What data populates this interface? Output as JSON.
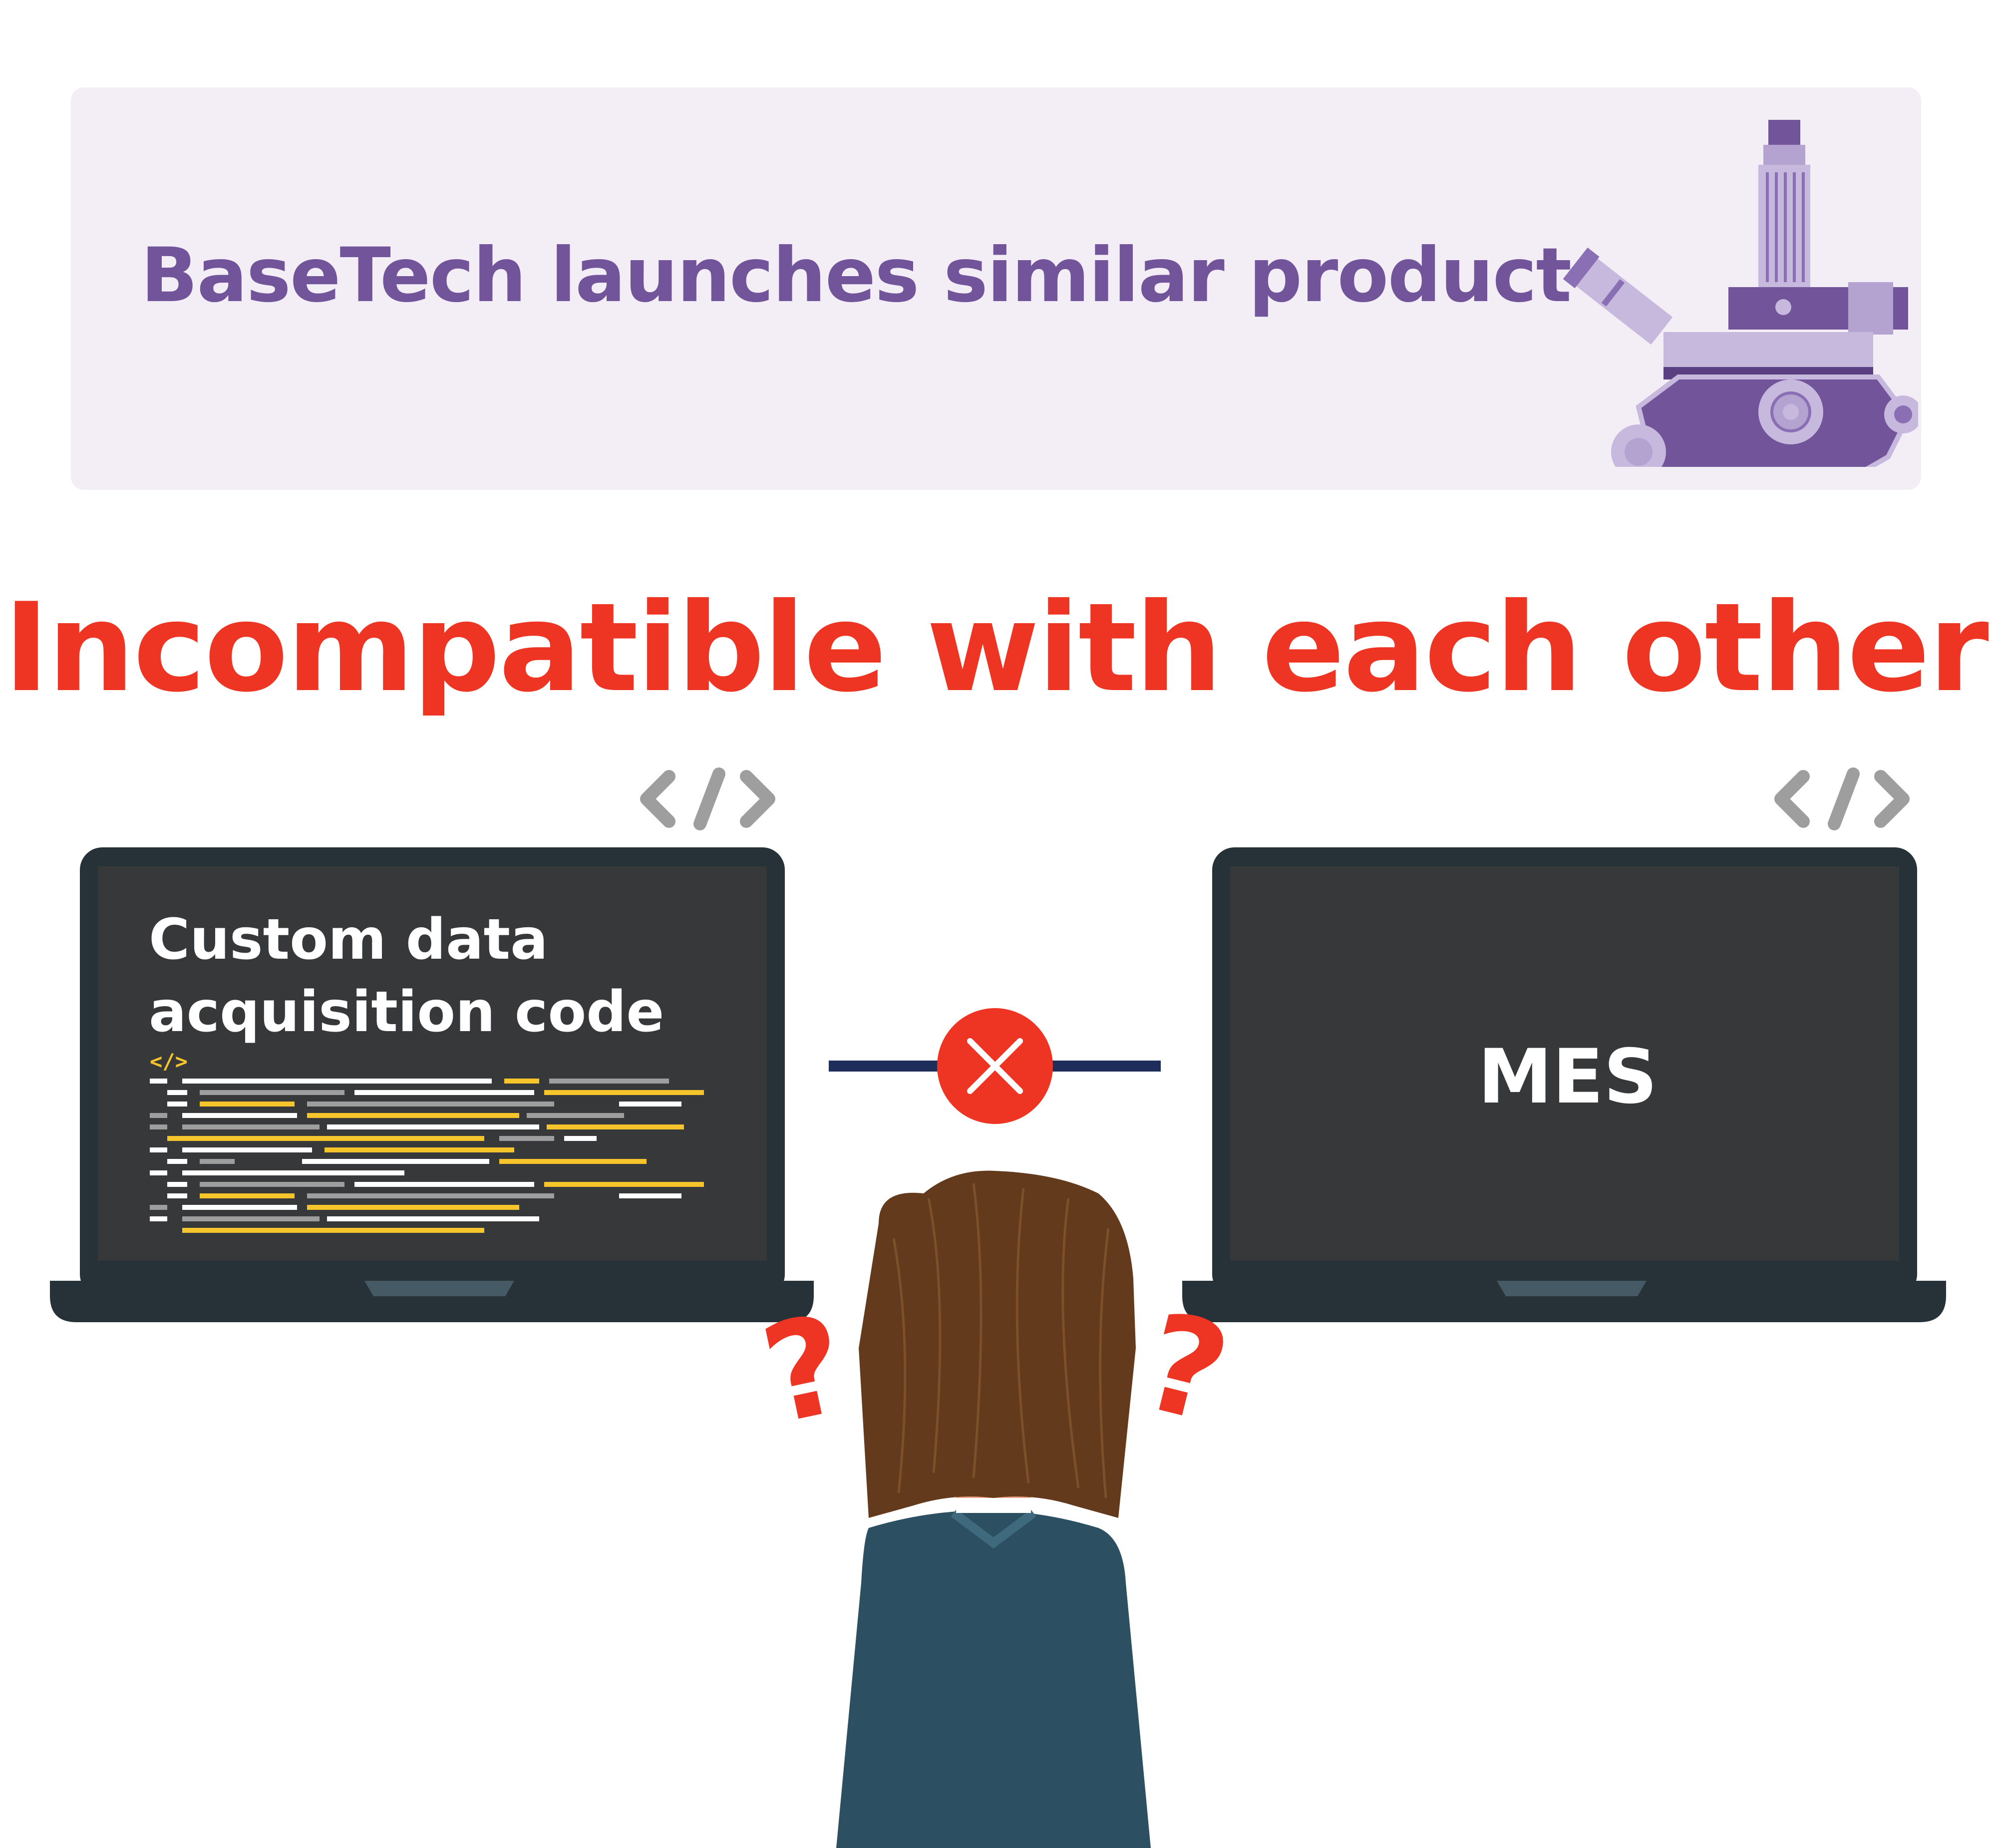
{
  "banner": {
    "title": "BaseTech launches similar product",
    "illustration_icon": "microscope-machine-icon"
  },
  "headline": "Incompatible with each other",
  "left_laptop": {
    "label": "Custom data acquisition code",
    "code_tag": "</>",
    "icon": "code-brackets-icon"
  },
  "right_laptop": {
    "label": "MES",
    "icon": "code-brackets-icon"
  },
  "connection": {
    "icon": "disconnect-x-icon",
    "status": "incompatible"
  },
  "person": {
    "icon": "confused-person-icon",
    "left_mark": "?",
    "right_mark": "?"
  },
  "colors": {
    "banner_bg": "#f3eef6",
    "banner_text": "#72549a",
    "headline": "#ee3524",
    "laptop_body": "#263238",
    "screen": "#37383a",
    "code_yellow": "#f5c52b",
    "code_gray": "#9e9e9e",
    "hair": "#633b1c",
    "jacket": "#2c5062",
    "line": "#1e2d5a"
  }
}
